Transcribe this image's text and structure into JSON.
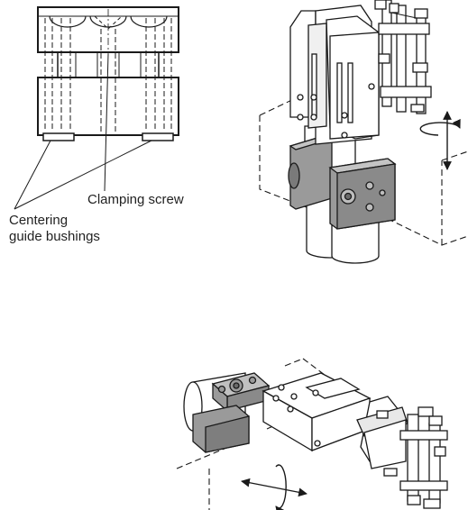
{
  "labels": {
    "clamping_screw": "Clamping screw",
    "centering_line1": "Centering",
    "centering_line2": "guide bushings"
  },
  "colors": {
    "line": "#1a1a1a",
    "dark_part": "#8c8c8c",
    "mid_part": "#b8b8b8",
    "light_part": "#e6e6e6",
    "white_part": "#ffffff"
  },
  "icons": [
    "rotation-arrow-icon",
    "vertical-arrow-icon",
    "horizontal-arrow-icon"
  ]
}
